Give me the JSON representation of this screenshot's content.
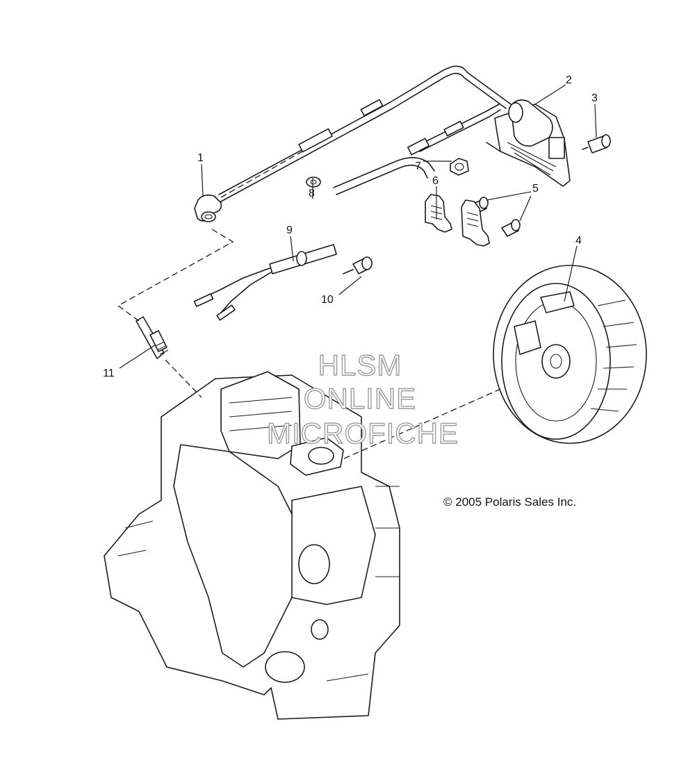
{
  "callouts": [
    "1",
    "2",
    "3",
    "4",
    "5",
    "6",
    "7",
    "8",
    "9",
    "10",
    "11"
  ],
  "watermark": {
    "line1": "HLSM",
    "line2": "ONLINE",
    "line3": "MICROFICHE"
  },
  "copyright": "© 2005 Polaris Sales Inc."
}
